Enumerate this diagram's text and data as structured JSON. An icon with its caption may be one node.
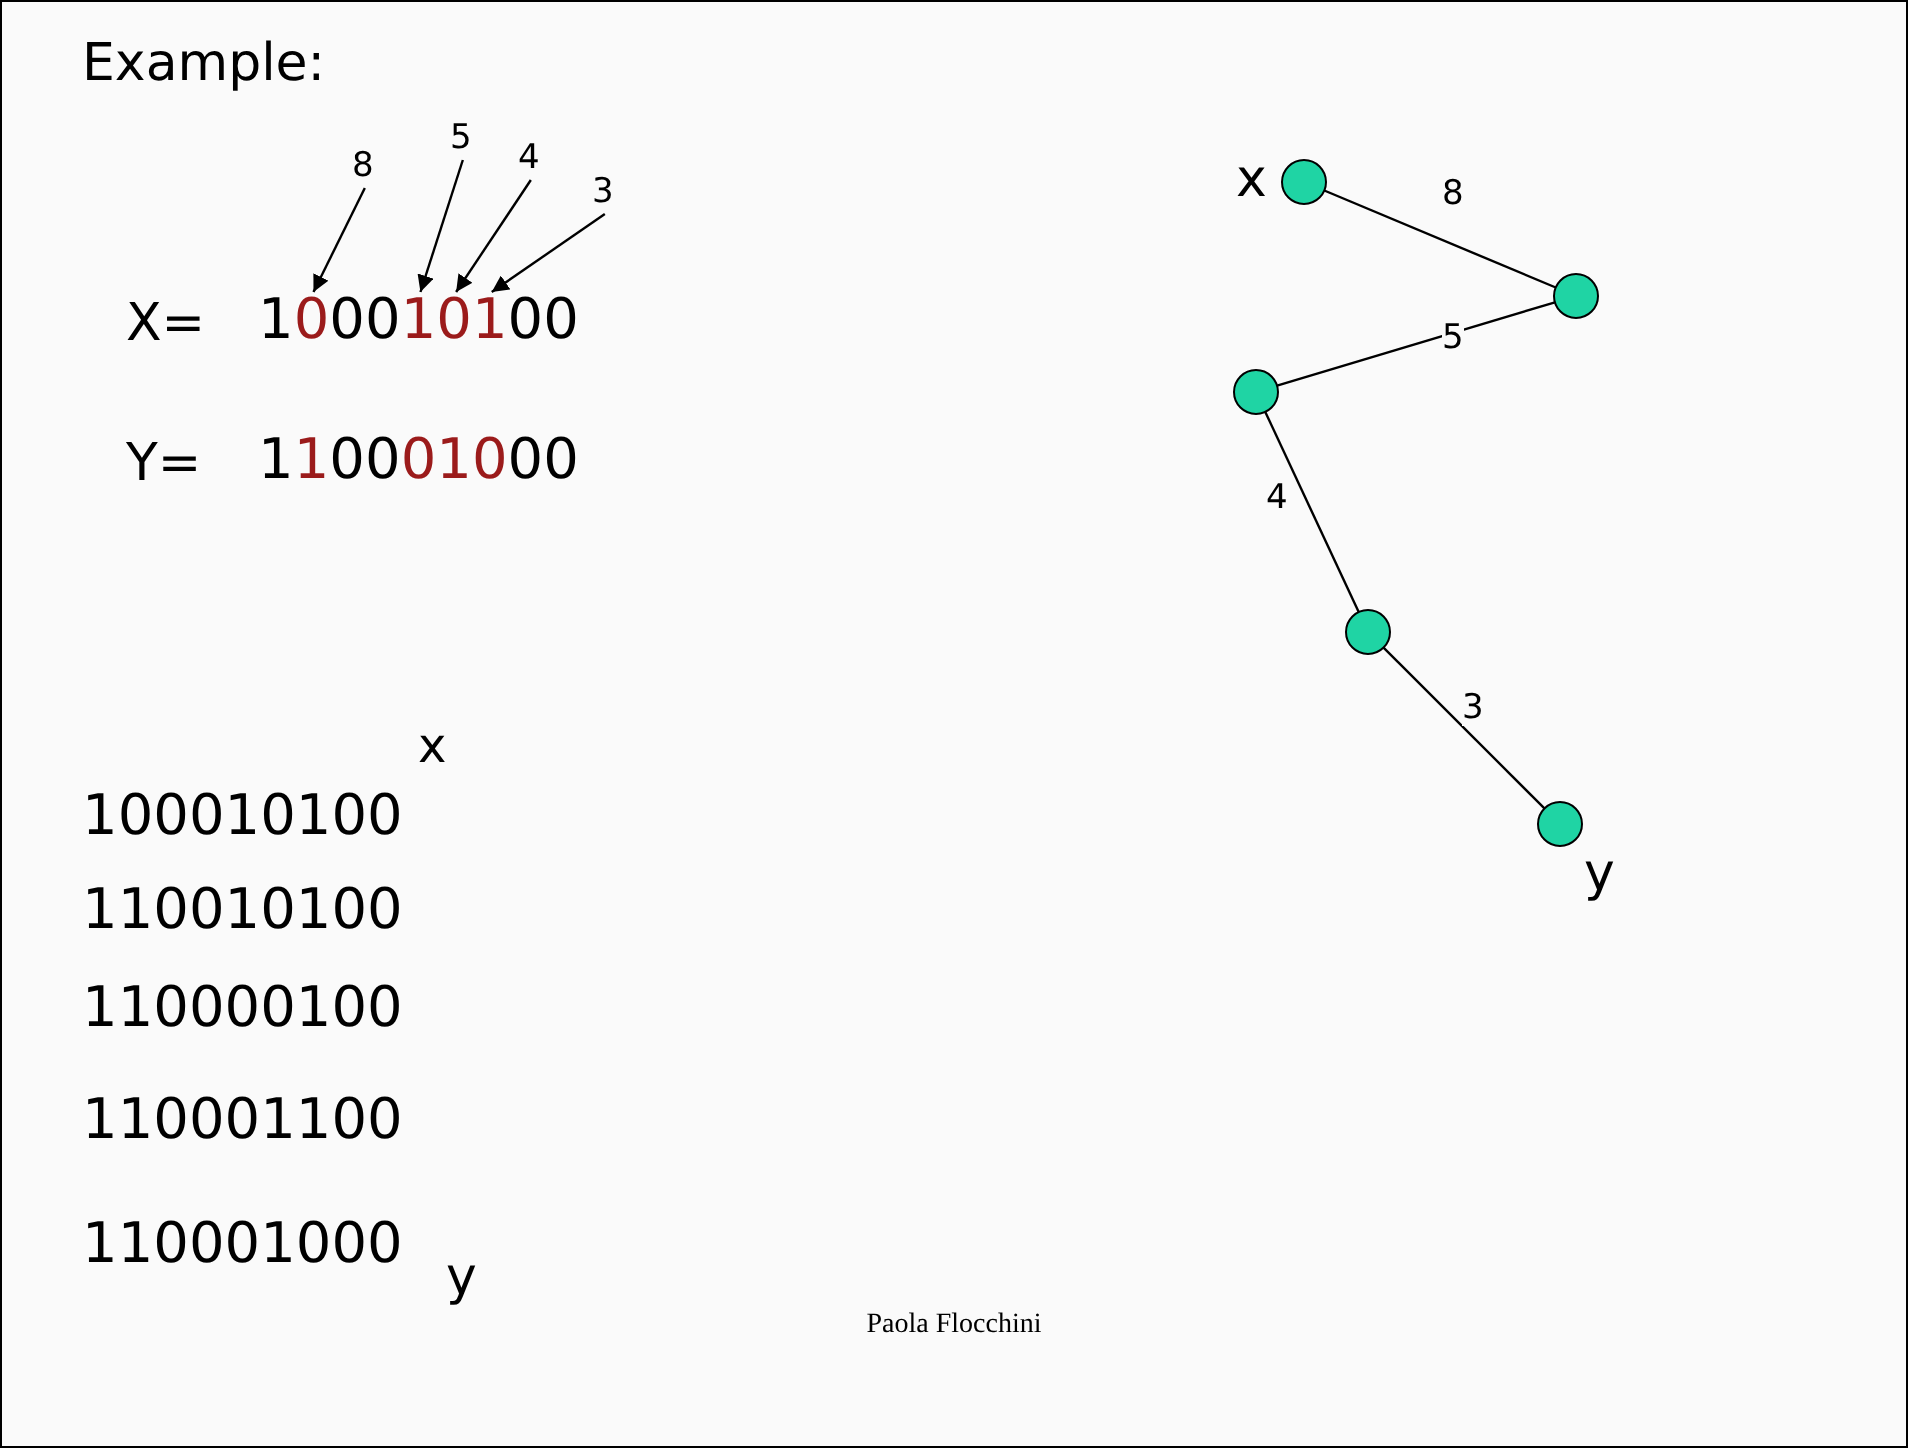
{
  "diagram": {
    "caption": "Paola Flocchini",
    "nodes": [
      {
        "text": [
          "8"
        ]
      },
      {
        "text": [
          "5"
        ]
      },
      {
        "text": [
          "4"
        ]
      },
      {
        "text": [
          "3"
        ]
      },
      {
        "text": [
          "100010100"
        ]
      },
      {
        "text": [],
        "shape": "circle",
        "beside": [
          "x"
        ]
      },
      {
        "text": [],
        "shape": "circle"
      },
      {
        "text": [],
        "shape": "circle"
      },
      {
        "text": [],
        "shape": "circle"
      },
      {
        "text": [],
        "shape": "circle",
        "beside": [
          "y"
        ]
      }
    ],
    "edges": [
      {
        "from": 0,
        "to": 4,
        "arrow": "to"
      },
      {
        "from": 1,
        "to": 4,
        "arrow": "to"
      },
      {
        "from": 2,
        "to": 4,
        "arrow": "to"
      },
      {
        "from": 3,
        "to": 4,
        "arrow": "to"
      },
      {
        "from": 5,
        "to": 6,
        "arrow": "none",
        "label": "8"
      },
      {
        "from": 6,
        "to": 7,
        "arrow": "none",
        "label": "5"
      },
      {
        "from": 7,
        "to": 8,
        "arrow": "none",
        "label": "4"
      },
      {
        "from": 8,
        "to": 9,
        "arrow": "none",
        "label": "3"
      }
    ],
    "labels": [
      "Example:",
      "X=",
      "Y=",
      "110001000",
      "x",
      "100010100",
      "110010100",
      "110000100",
      "110001100",
      "110001000",
      "y"
    ]
  }
}
